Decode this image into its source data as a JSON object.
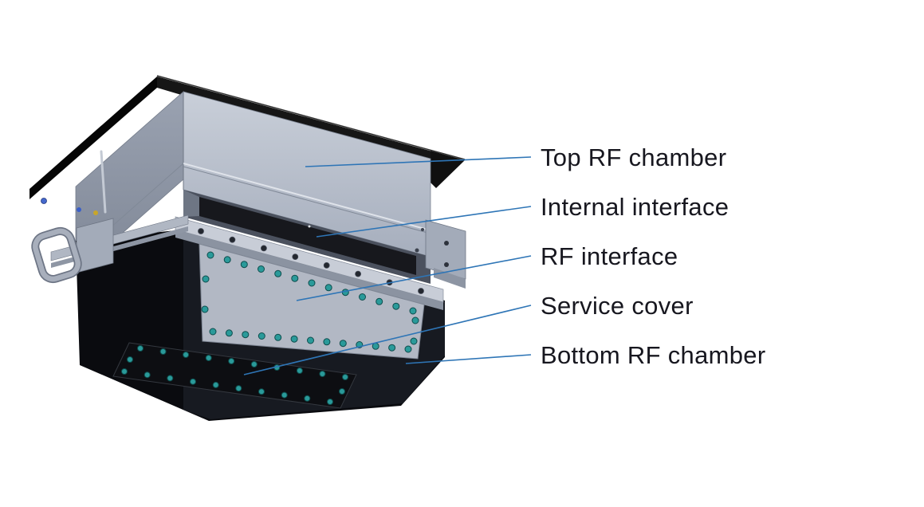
{
  "figure": {
    "background": "#ffffff",
    "labels": [
      {
        "text": "Top RF chamber"
      },
      {
        "text": "Internal interface"
      },
      {
        "text": "RF interface"
      },
      {
        "text": "Service cover"
      },
      {
        "text": "Bottom RF chamber"
      }
    ],
    "colors": {
      "background": "#ffffff",
      "leader-line": "#2E75B6",
      "label-text": "#17171f",
      "plate-black": "#161616",
      "chamber-gray": "#b4bbc8",
      "chamber-gray-dark": "#8d95a4",
      "flange-gray": "#c8cdd7",
      "panel-gray": "#b2b8c4",
      "bottom-black": "#0a0b0f",
      "screw-teal": "#2a9a9a",
      "bolt-dark": "#23272f",
      "handle-gray": "#a8afbc"
    }
  }
}
